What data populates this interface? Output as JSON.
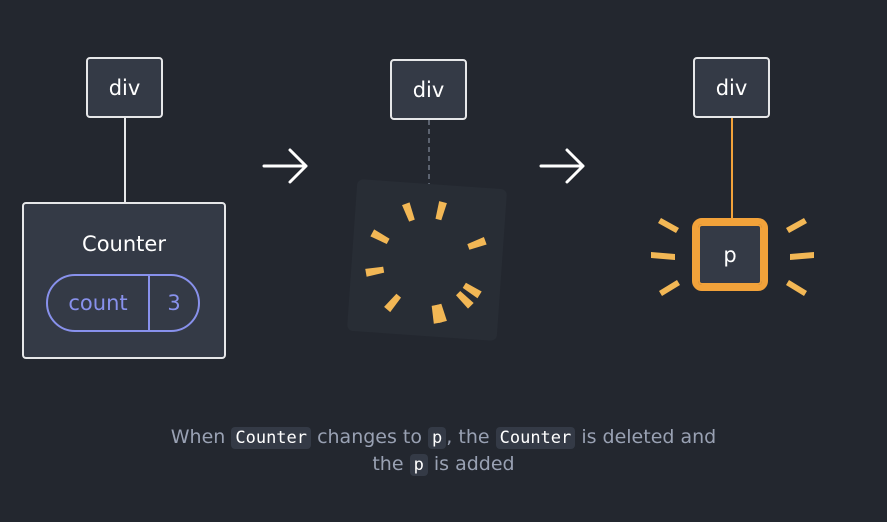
{
  "step1": {
    "parent_label": "div",
    "component_name": "Counter",
    "state_name": "count",
    "state_value": "3"
  },
  "step2": {
    "parent_label": "div"
  },
  "step3": {
    "parent_label": "div",
    "child_label": "p"
  },
  "caption": {
    "part1": "When",
    "code1": "Counter",
    "part2": "changes to",
    "code2": "p",
    "part3": ", the",
    "code3": "Counter",
    "part4": "is deleted and",
    "part5": "the",
    "code4": "p",
    "part6": "is added"
  },
  "colors": {
    "background": "#23272f",
    "node_fill": "#343a46",
    "state_accent": "#8891ec",
    "highlight": "#f2a23a"
  }
}
